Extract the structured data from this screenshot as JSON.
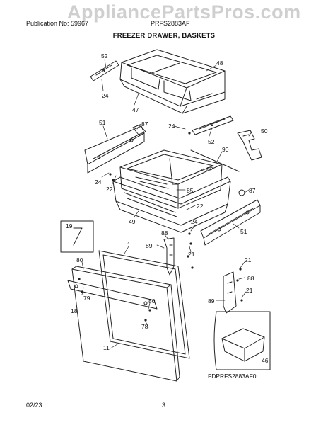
{
  "header": {
    "publication": "Publication No: 59967",
    "model": "PRFS2883AF",
    "title": "FREEZER DRAWER, BASKETS",
    "watermark": "AppliancePartsPros.com"
  },
  "callouts": {
    "c52a": "52",
    "c48": "48",
    "c24a": "24",
    "c47": "47",
    "c24b": "24",
    "c52b": "52",
    "c50": "50",
    "c51a": "51",
    "c87a": "87",
    "c90": "90",
    "c82": "82",
    "c24c": "24",
    "c22a": "22",
    "c85": "85",
    "c22b": "22",
    "c87b": "87",
    "c49": "49",
    "c24d": "24",
    "c51b": "51",
    "c19": "19",
    "c88a": "88",
    "c89a": "89",
    "c21a": "21",
    "c1": "1",
    "c80a": "80",
    "c79a": "79",
    "c21b": "21",
    "c88b": "88",
    "c21c": "21",
    "c89b": "89",
    "c18": "18",
    "c80b": "80",
    "c78": "78",
    "c11": "11",
    "c46": "46"
  },
  "diagram_code": "FDPRFS2883AF0",
  "footer": {
    "date": "02/23",
    "page": "3"
  }
}
